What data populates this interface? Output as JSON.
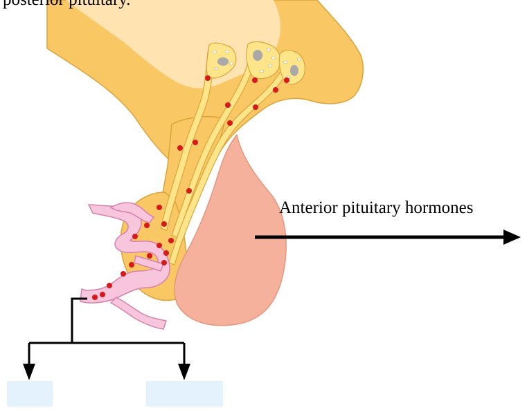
{
  "labels": {
    "top_caption": "posterior pituitary.",
    "arrow_label": "Anterior pituitary hormones"
  },
  "colors": {
    "hypothalamus_fill": "#ffe3b0",
    "tissue_fill": "#fac765",
    "tissue_stroke": "#d9a43a",
    "axon_fill": "#ffe58a",
    "anterior_lobe_fill": "#f5b19b",
    "anterior_lobe_stroke": "#e4967e",
    "vessel_fill": "#f7c6dc",
    "vessel_stroke": "#d680ad",
    "hormone_dot": "#d7191c",
    "answer_box_fill": "#e3f2fc",
    "arrow": "#000000"
  },
  "icons": {
    "hormone_granule": "red-dot",
    "arrow_right": "arrow-right",
    "arrow_down": "arrow-down"
  }
}
